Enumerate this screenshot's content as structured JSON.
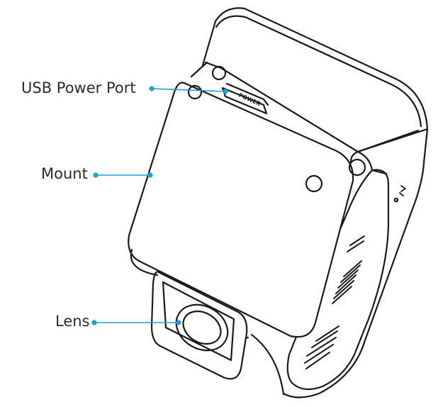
{
  "callouts": {
    "usb_power_port": "USB Power Port",
    "mount": "Mount",
    "lens": "Lens"
  },
  "device": {
    "port_marking": "POWER"
  },
  "colors": {
    "leader_line": "#1aa0d8",
    "outline": "#1a1a1a",
    "background": "#ffffff"
  }
}
